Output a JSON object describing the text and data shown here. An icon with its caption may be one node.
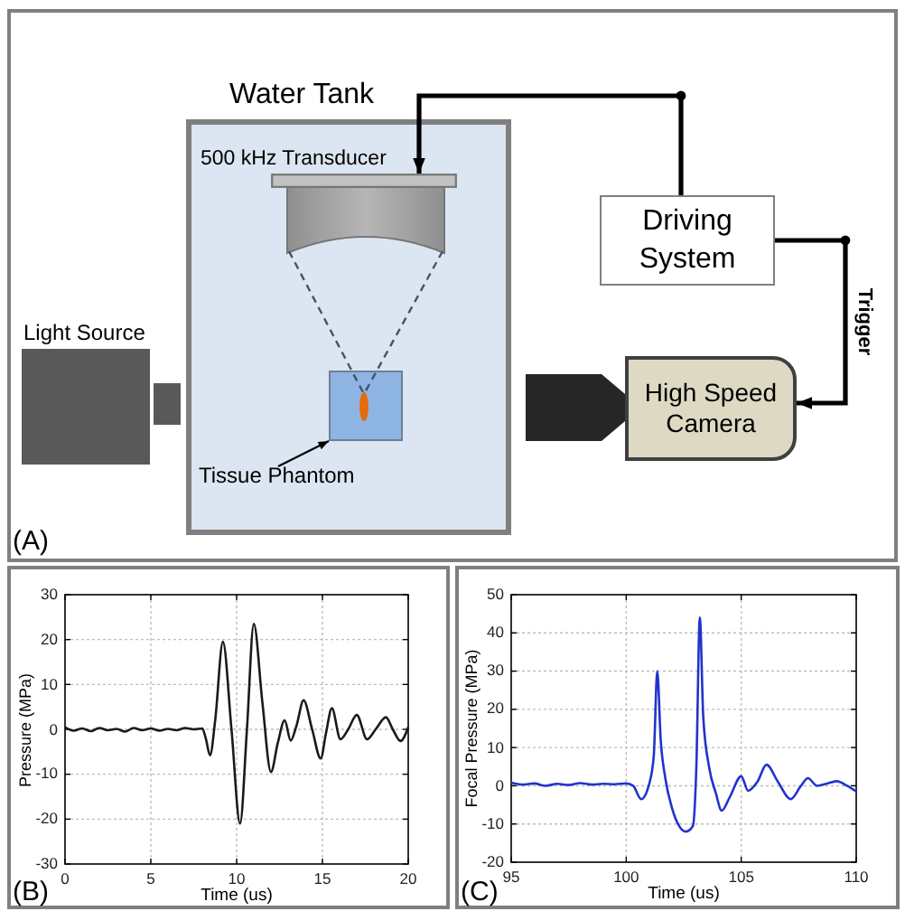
{
  "diagram": {
    "nodes": [
      {
        "text": [
          "Water Tank"
        ]
      },
      {
        "text": [
          "500 kHz Transducer"
        ],
        "in": 0
      },
      {
        "text": [
          "Tissue Phantom"
        ],
        "in": 0
      },
      {
        "text": [],
        "shape": "box",
        "in": 0
      },
      {
        "text": [
          "Light Source"
        ]
      },
      {
        "text": [
          "Driving System"
        ]
      },
      {
        "text": [
          "High Speed Camera"
        ]
      }
    ],
    "edges": [
      {
        "from": 5,
        "to": 1,
        "arrow": "to"
      },
      {
        "from": 5,
        "to": 6,
        "arrow": "to",
        "label": "Trigger"
      },
      {
        "from": 2,
        "to": 3,
        "arrow": "to"
      }
    ],
    "labels": [
      "(A)",
      "(B)",
      "(C)"
    ],
    "chart_data": [
      {
        "type": "line",
        "xlabel": "Time (us)",
        "ylabel": "Pressure (MPa)",
        "xlim": [
          0,
          20
        ],
        "ylim": [
          -30,
          30
        ],
        "grid": true,
        "xticks": [
          0,
          5,
          10,
          15,
          20
        ],
        "yticks": [
          -30,
          -20,
          -10,
          0,
          10,
          20,
          30
        ],
        "x": [
          0,
          0.5,
          1,
          1.5,
          2,
          2.5,
          3,
          3.5,
          4,
          4.5,
          5,
          5.5,
          6,
          6.5,
          7,
          7.5,
          8,
          8.2,
          8.45,
          8.75,
          9.2,
          9.7,
          10.2,
          10.6,
          11.0,
          11.5,
          12.0,
          12.4,
          12.8,
          13.15,
          13.5,
          13.9,
          14.4,
          14.9,
          15.2,
          15.55,
          16.05,
          16.5,
          17.0,
          17.6,
          18.1,
          18.7,
          19.1,
          19.55,
          20
        ],
        "series": [
          {
            "color": "#1a1a1a",
            "values": [
              0.5,
              -0.3,
              0.2,
              -0.4,
              0.3,
              -0.2,
              0.1,
              -0.5,
              0.3,
              -0.2,
              0.2,
              -0.3,
              0.1,
              -0.2,
              0.3,
              0.0,
              0.2,
              -2.0,
              -5.8,
              2.0,
              19.5,
              0.0,
              -21.0,
              0.0,
              23.5,
              6.0,
              -9.5,
              -3.0,
              2.0,
              -2.5,
              1.0,
              6.5,
              0.0,
              -6.5,
              -1.0,
              4.7,
              -2.2,
              0.0,
              3.2,
              -2.2,
              0.0,
              2.7,
              0.0,
              -2.6,
              0.5
            ]
          }
        ]
      },
      {
        "type": "line",
        "xlabel": "Time (us)",
        "ylabel": "Focal Pressure (MPa)",
        "xlim": [
          95,
          110
        ],
        "ylim": [
          -20,
          50
        ],
        "grid": true,
        "xticks": [
          95,
          100,
          105,
          110
        ],
        "yticks": [
          -20,
          -10,
          0,
          10,
          20,
          30,
          40,
          50
        ],
        "x": [
          95,
          95.5,
          96,
          96.5,
          97,
          97.5,
          98,
          98.5,
          99,
          99.5,
          100,
          100.3,
          100.65,
          101.0,
          101.2,
          101.35,
          101.5,
          101.7,
          102.0,
          102.3,
          102.6,
          102.9,
          103.05,
          103.2,
          103.35,
          103.6,
          103.9,
          104.15,
          104.5,
          105.0,
          105.3,
          105.7,
          106.1,
          106.6,
          107.15,
          107.6,
          107.9,
          108.3,
          108.7,
          109.15,
          109.6,
          110
        ],
        "series": [
          {
            "color": "#2233cc",
            "values": [
              0.8,
              0.3,
              0.6,
              0.0,
              0.5,
              0.2,
              0.7,
              0.3,
              0.5,
              0.4,
              0.6,
              0.0,
              -3.5,
              0.5,
              8.0,
              30.0,
              12.0,
              2.0,
              -6.0,
              -10.5,
              -12.0,
              -10.5,
              5.0,
              44.0,
              18.0,
              5.0,
              -2.0,
              -6.5,
              -3.0,
              2.5,
              -1.3,
              1.0,
              5.5,
              1.0,
              -3.5,
              0.0,
              2.0,
              0.0,
              0.5,
              1.2,
              0.0,
              -1.5
            ]
          }
        ]
      }
    ]
  }
}
